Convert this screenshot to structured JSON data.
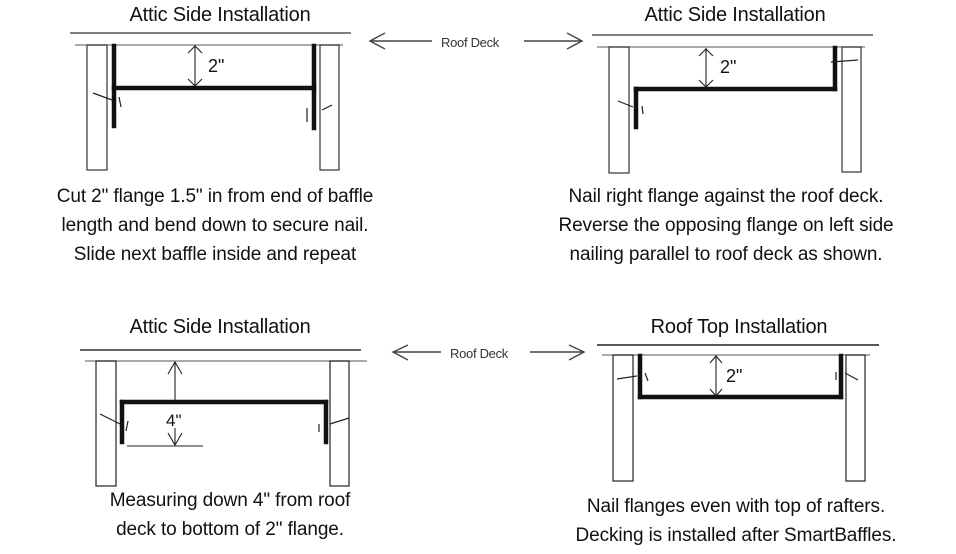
{
  "panels": [
    {
      "id": "attic-side-1",
      "title": "Attic Side Installation",
      "dimension": "2\"",
      "caption": [
        "Cut 2\" flange 1.5\" in from end of baffle",
        "length and bend down to secure nail.",
        "Slide next baffle inside and repeat"
      ]
    },
    {
      "id": "attic-side-2",
      "title": "Attic Side Installation",
      "dimension": "2\"",
      "caption": [
        "Nail right flange against the roof deck.",
        "Reverse the opposing flange on left side",
        "nailing parallel to roof deck as shown."
      ]
    },
    {
      "id": "attic-side-3",
      "title": "Attic Side Installation",
      "dimension": "4\"",
      "caption": [
        "Measuring down 4\" from roof",
        "deck to bottom of 2\" flange."
      ]
    },
    {
      "id": "roof-top",
      "title": "Roof Top Installation",
      "dimension": "2\"",
      "caption": [
        "Nail flanges even with top of rafters.",
        "Decking is installed after SmartBaffles."
      ]
    }
  ],
  "roof_deck_labels": [
    "Roof Deck",
    "Roof Deck"
  ],
  "colors": {
    "line": "#111111",
    "thin": "#444444",
    "deck": "#555555",
    "background": "#ffffff"
  }
}
